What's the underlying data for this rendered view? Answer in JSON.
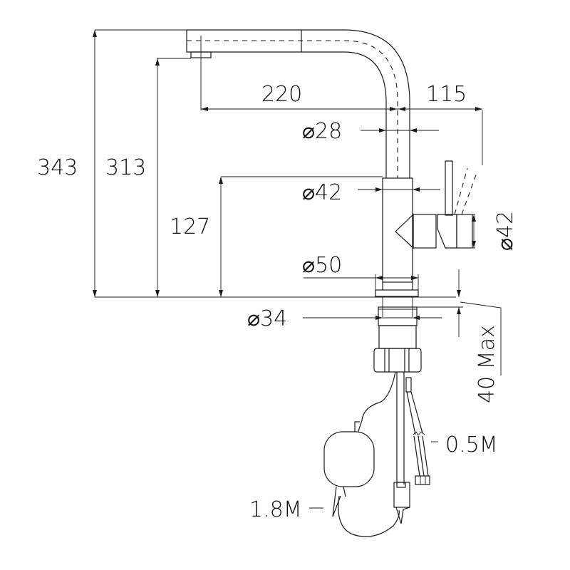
{
  "diagram": {
    "subject": "Pull-out kitchen faucet technical dimension drawing",
    "units": "mm",
    "dimensions": {
      "total_height": "343",
      "spout_outlet_height": "313",
      "handle_height": "127",
      "spout_reach": "220",
      "handle_clearance": "115",
      "spout_tube_diameter": "⌀28",
      "body_diameter": "⌀42",
      "handle_diameter": "⌀42",
      "base_diameter": "⌀50",
      "shank_diameter": "⌀34",
      "max_deck_thickness": "40 Max"
    },
    "hoses": {
      "pull_out_hose_length": "1.8M",
      "supply_hose_length": "0.5M"
    },
    "colors": {
      "line": "#1a1a1a",
      "background": "#ffffff"
    }
  }
}
